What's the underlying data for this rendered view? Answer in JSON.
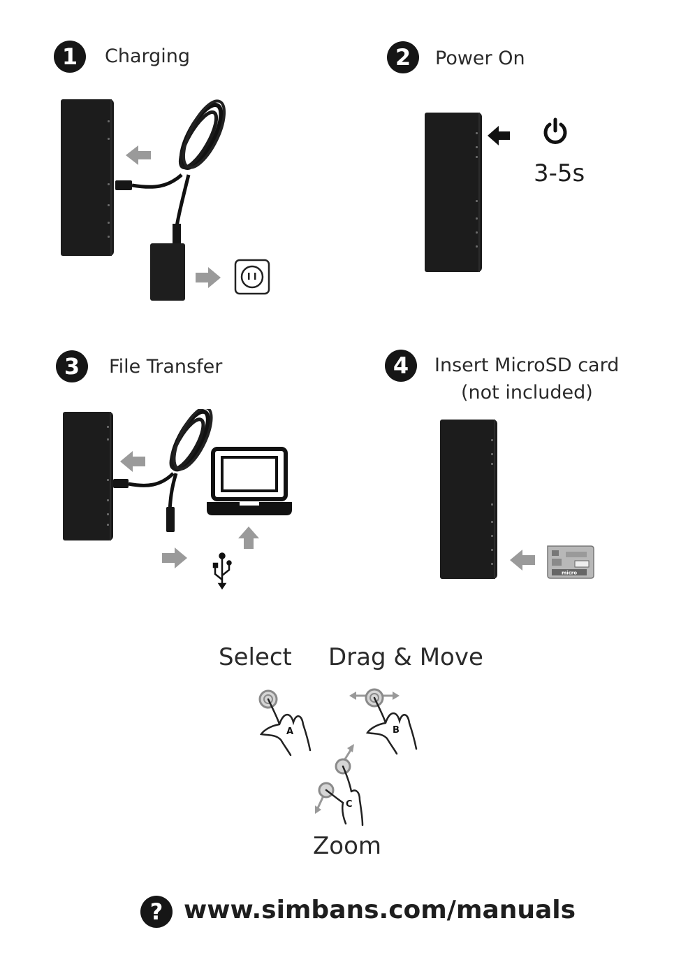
{
  "steps": [
    {
      "number": "1",
      "title": "Charging"
    },
    {
      "number": "2",
      "title": "Power On",
      "hold_time": "3-5s"
    },
    {
      "number": "3",
      "title": "File Transfer"
    },
    {
      "number": "4",
      "title": "Insert MicroSD card",
      "subtitle": "(not included)"
    }
  ],
  "gestures": {
    "select": "Select",
    "drag": "Drag & Move",
    "zoom": "Zoom",
    "hand_a": "A",
    "hand_b": "B",
    "hand_c": "C"
  },
  "footer": {
    "help_icon": "?",
    "url": "www.simbans.com/manuals"
  },
  "icons": [
    "left-arrow-icon",
    "right-arrow-icon",
    "up-arrow-icon",
    "power-icon",
    "outlet-icon",
    "laptop-icon",
    "usb-icon",
    "microsd-card-icon",
    "hand-tap-icon"
  ],
  "colors": {
    "badge": "#161616",
    "tablet": "#1c1c1c",
    "arrow": "#9a9a9a"
  }
}
